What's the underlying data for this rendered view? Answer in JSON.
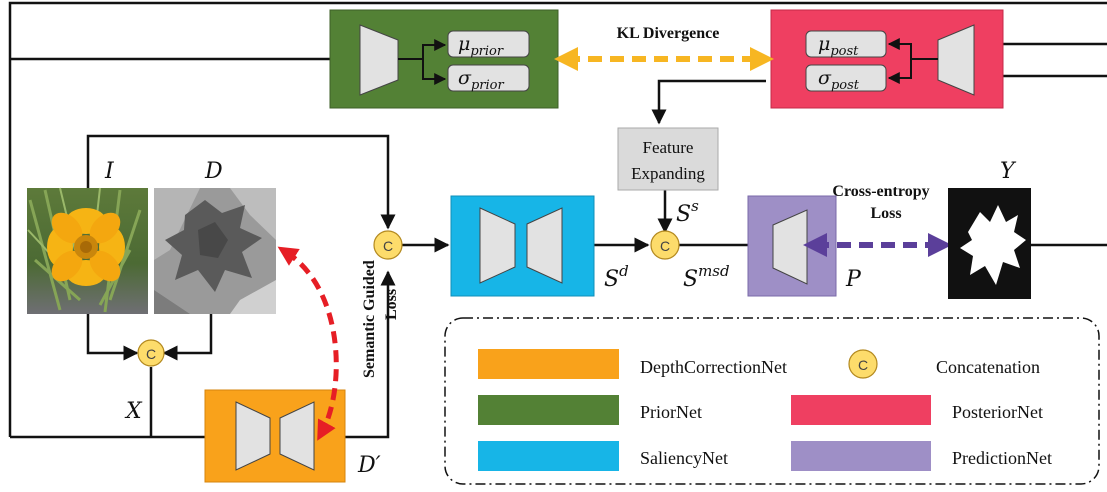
{
  "colors": {
    "prior_green": "#538135",
    "posterior_red": "#ef3f61",
    "saliency_blue": "#17b5e7",
    "prediction_purple": "#9e8fc6",
    "depth_orange": "#f9a21b",
    "concat_yellow": "#fddc6b",
    "kl_arrow": "#f7b622",
    "semantic_arrow": "#e61e25",
    "ce_arrow": "#5b3f9a"
  },
  "prior": {
    "mu": "μ",
    "mu_sub": "prior",
    "sigma": "σ",
    "sigma_sub": "prior"
  },
  "posterior": {
    "mu": "μ",
    "mu_sub": "post",
    "sigma": "σ",
    "sigma_sub": "post"
  },
  "kl_label": "KL Divergence",
  "feature_expanding": {
    "line1": "Feature",
    "line2": "Expanding"
  },
  "cross_entropy": {
    "line1": "Cross-entropy",
    "line2": "Loss"
  },
  "semantic_loss": {
    "line1": "Semantic Guided",
    "line2": "Loss"
  },
  "concat_symbol": "C",
  "symbols": {
    "I": "I",
    "D": "D",
    "X": "X",
    "Dprime": "D′",
    "Y": "Y",
    "P": "P",
    "S_base": "S",
    "s_sup": "s",
    "d_sup": "d",
    "msd_sup": "msd"
  },
  "legend": {
    "items": [
      {
        "label": "DepthCorrectionNet",
        "swatch": "orange"
      },
      {
        "label": "Concatenation",
        "swatch": "concat"
      },
      {
        "label": "PriorNet",
        "swatch": "green"
      },
      {
        "label": "PosteriorNet",
        "swatch": "red"
      },
      {
        "label": "SaliencyNet",
        "swatch": "blue"
      },
      {
        "label": "PredictionNet",
        "swatch": "purple"
      }
    ]
  }
}
